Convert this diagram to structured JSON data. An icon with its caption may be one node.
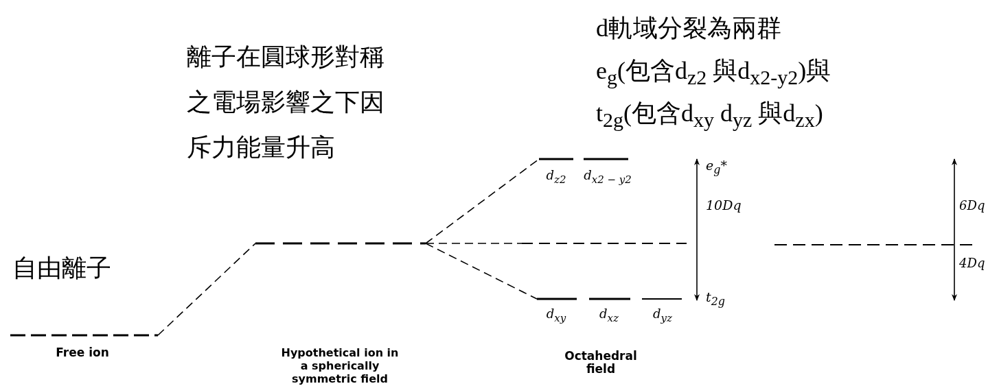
{
  "diagram": {
    "nodes": [
      {
        "text": [],
        "shape": "bar",
        "beside": [
          "Free ion"
        ]
      },
      {
        "text": [],
        "shape": "bar"
      },
      {
        "text": [],
        "shape": "bar",
        "beside": [
          "d$_{z2}$"
        ]
      },
      {
        "text": [],
        "shape": "bar",
        "beside": [
          "d$_{x2 − y2}$"
        ]
      },
      {
        "text": [],
        "shape": "bar"
      },
      {
        "text": [],
        "shape": "bar",
        "beside": [
          "d$_{xy}$"
        ]
      },
      {
        "text": [],
        "shape": "bar",
        "beside": [
          "d$_{xz}$"
        ]
      },
      {
        "text": [],
        "shape": "bar",
        "beside": [
          "d$_{yz}$"
        ]
      },
      {
        "text": [],
        "shape": "bar"
      }
    ],
    "edges": [
      {
        "from": 0,
        "to": 1,
        "arrow": "none",
        "style": "dashed"
      },
      {
        "from": 1,
        "to": 2,
        "arrow": "none",
        "style": "dashed"
      },
      {
        "from": 1,
        "to": 4,
        "arrow": "none",
        "style": "dashed"
      },
      {
        "from": 1,
        "to": 5,
        "arrow": "none",
        "style": "dashed"
      }
    ],
    "labels": [
      "d軌域分裂為兩群",
      "e$_{g}$(包含d$_{z2}$ 與d$_{x2-y2}$)與",
      "t$_{2g}$(包含d$_{xy}$ d$_{yz}$ 與d$_{zx}$)",
      "離子在圓球形對稱之電場影響之下因斥力能量升高",
      "自由離子",
      "e$_{g}$*",
      "10Dq",
      "t$_{2g}$",
      "6Dq",
      "4Dq",
      "Octahedral field",
      "Hypothetical ion in a spherically symmetric field"
    ]
  }
}
